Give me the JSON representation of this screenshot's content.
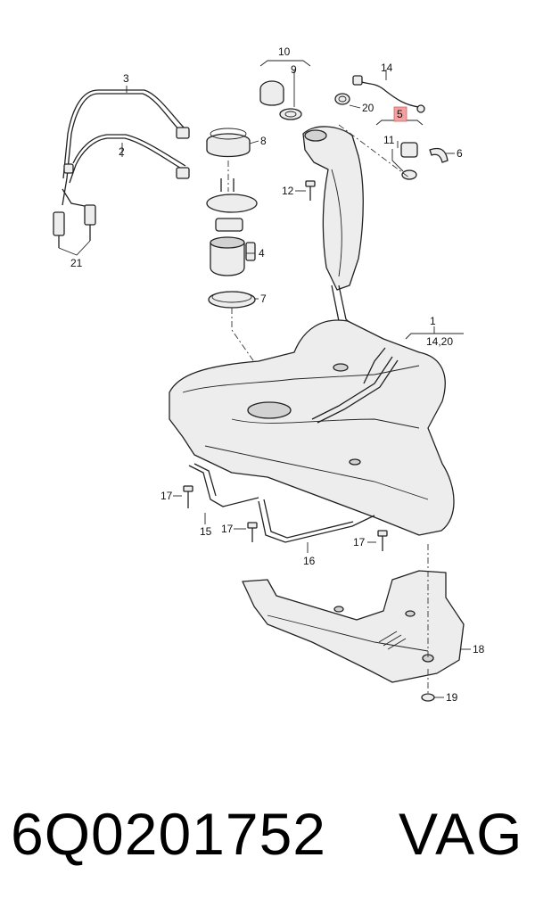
{
  "callouts": {
    "c1": "1",
    "c1_sub": "14,20",
    "c2": "2",
    "c3": "3",
    "c4": "4",
    "c5": "5",
    "c6": "6",
    "c7": "7",
    "c8": "8",
    "c9": "9",
    "c10": "10",
    "c11": "11",
    "c12": "12",
    "c14": "14",
    "c15": "15",
    "c16": "16",
    "c17a": "17",
    "c17b": "17",
    "c17c": "17",
    "c18": "18",
    "c19": "19",
    "c20": "20",
    "c21": "21"
  },
  "highlight_color": "#f4a0a0",
  "footer": {
    "part_number": "6Q0201752",
    "brand": "VAG"
  }
}
